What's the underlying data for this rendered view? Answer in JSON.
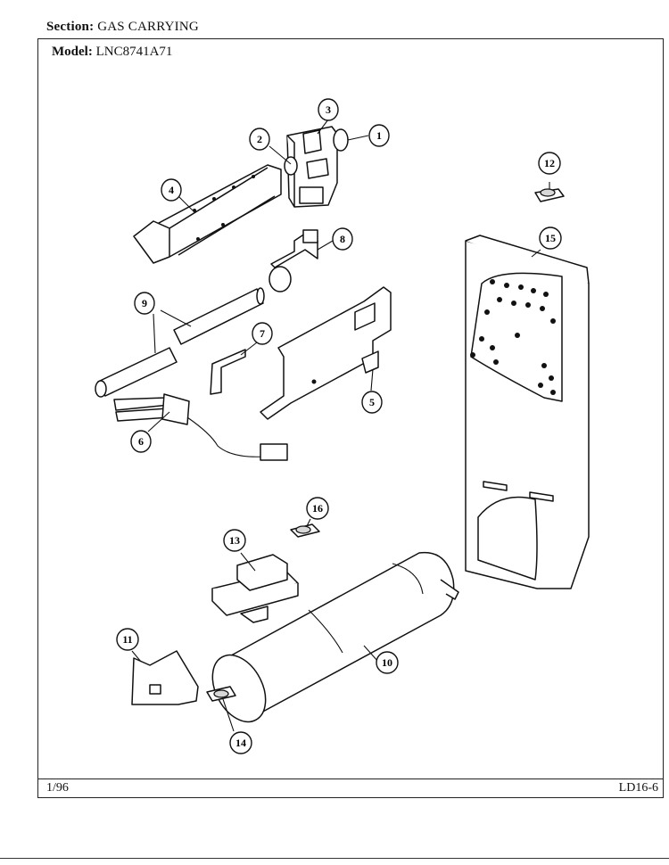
{
  "header": {
    "section_label": "Section:",
    "section_value": "GAS CARRYING",
    "model_label": "Model:",
    "model_value": "LNC8741A71"
  },
  "footer": {
    "date": "1/96",
    "page_code": "LD16-6"
  },
  "callouts": [
    "1",
    "2",
    "3",
    "4",
    "5",
    "6",
    "7",
    "8",
    "9",
    "10",
    "11",
    "12",
    "13",
    "14",
    "15",
    "16"
  ]
}
